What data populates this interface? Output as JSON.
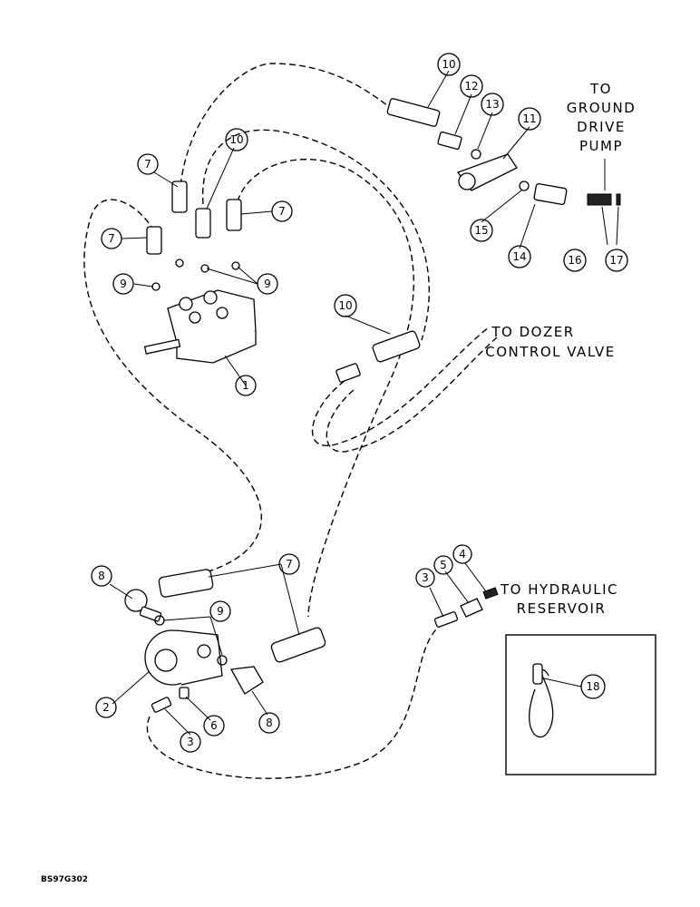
{
  "callouts": {
    "c1": "1",
    "c2": "2",
    "c3a": "3",
    "c3b": "3",
    "c4": "4",
    "c5": "5",
    "c6": "6",
    "c7a": "7",
    "c7b": "7",
    "c7c": "7",
    "c7d": "7",
    "c8a": "8",
    "c8b": "8",
    "c9a": "9",
    "c9b": "9",
    "c9c": "9",
    "c10a": "10",
    "c10b": "10",
    "c10c": "10",
    "c11": "11",
    "c12": "12",
    "c13": "13",
    "c14": "14",
    "c15": "15",
    "c16": "16",
    "c17": "17",
    "c18": "18"
  },
  "labels": {
    "ground_drive": [
      "TO",
      "GROUND",
      "DRIVE",
      "PUMP"
    ],
    "dozer": [
      "TO DOZER",
      "CONTROL VALVE"
    ],
    "reservoir": [
      "TO HYDRAULIC",
      "RESERVOIR"
    ]
  },
  "figure_code": "BS97G302"
}
